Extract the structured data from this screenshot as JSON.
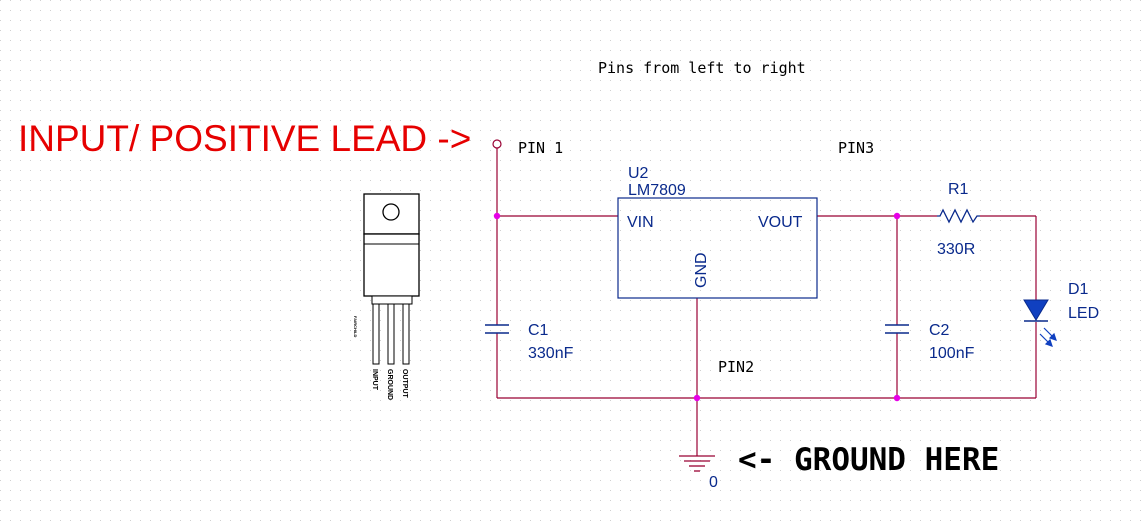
{
  "caption": "Pins from left to right",
  "annotations": {
    "input": "INPUT/ POSITIVE LEAD ->",
    "ground": "<- GROUND HERE"
  },
  "pins": {
    "pin1": "PIN 1",
    "pin2": "PIN2",
    "pin3": "PIN3"
  },
  "regulator": {
    "ref": "U2",
    "part": "LM7809",
    "vin": "VIN",
    "vout": "VOUT",
    "gnd": "GND"
  },
  "components": {
    "r1": {
      "ref": "R1",
      "value": "330R"
    },
    "c1": {
      "ref": "C1",
      "value": "330nF"
    },
    "c2": {
      "ref": "C2",
      "value": "100nF"
    },
    "d1": {
      "ref": "D1",
      "value": "LED"
    }
  },
  "ground_net": "0",
  "package": {
    "brand": "FAIRCHILD",
    "leads": [
      "INPUT",
      "GROUND",
      "OUTPUT"
    ]
  },
  "colors": {
    "wire": "#990033",
    "junction": "#e600e6",
    "component": "#0a2a8c",
    "annotation_red": "#e60000",
    "grid_dot": "#c8c8c8"
  }
}
